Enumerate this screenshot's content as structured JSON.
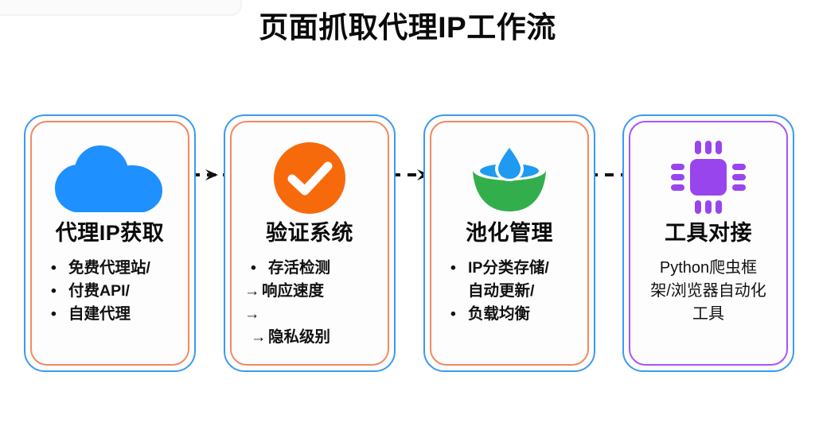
{
  "page": {
    "title": "页面抓取代理IP工作流",
    "background": "#ffffff"
  },
  "colors": {
    "card_outer_border": "#3c9af0",
    "card_inner_border_default": "#f08a62",
    "card_inner_border_purple": "#a855f7",
    "cloud_icon": "#1e90ff",
    "check_icon": "#f76a0c",
    "pool_bowl_icon": "#33ae4d",
    "pool_water_icon": "#1e9bf0",
    "chip_icon": "#9945ee",
    "arrow": "#111111",
    "title_text": "#0a0a0a"
  },
  "cards": [
    {
      "id": "proxy-acquire",
      "icon": "cloud-icon",
      "accent": "orange",
      "title": "代理IP获取",
      "lines": [
        {
          "marker": "•",
          "text": "免费代理站/",
          "style": "bullet"
        },
        {
          "marker": "•",
          "text": "付费API/",
          "style": "bullet"
        },
        {
          "marker": "•",
          "text": "自建代理",
          "style": "bullet"
        }
      ]
    },
    {
      "id": "validation-system",
      "icon": "check-circle-icon",
      "accent": "orange",
      "title": "验证系统",
      "lines": [
        {
          "marker": "•",
          "text": "存活检测",
          "style": "bullet"
        },
        {
          "marker": "→",
          "text": "响应速度",
          "style": "arrow"
        },
        {
          "marker": "→",
          "text": "",
          "style": "arrow"
        },
        {
          "marker": "→",
          "text": "隐私级别",
          "style": "arrow-indent"
        }
      ]
    },
    {
      "id": "pool-management",
      "icon": "pool-icon",
      "accent": "orange",
      "title": "池化管理",
      "lines": [
        {
          "marker": "•",
          "text": "IP分类存储/",
          "style": "bullet"
        },
        {
          "marker": "",
          "text": "自动更新/",
          "style": "indent"
        },
        {
          "marker": "•",
          "text": "负载均衡",
          "style": "bullet"
        }
      ]
    },
    {
      "id": "tool-integration",
      "icon": "chip-icon",
      "accent": "purple",
      "title": "工具对接",
      "centered_text": [
        "Python爬虫框",
        "架/浏览器自动化",
        "工具"
      ]
    }
  ],
  "connectors": [
    {
      "id": "connector-1-2",
      "from": "proxy-acquire",
      "to": "validation-system",
      "style": "dashed-arrow"
    },
    {
      "id": "connector-2-3",
      "from": "validation-system",
      "to": "pool-management",
      "style": "dashed-arrow"
    },
    {
      "id": "connector-3-4",
      "from": "pool-management",
      "to": "tool-integration",
      "style": "dashed-arrow"
    }
  ]
}
